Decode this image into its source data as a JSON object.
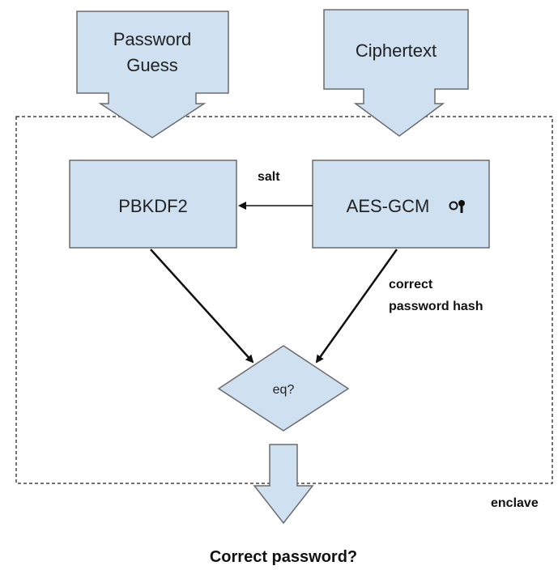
{
  "diagram": {
    "inputs": {
      "password_guess": {
        "line1": "Password",
        "line2": "Guess"
      },
      "ciphertext": "Ciphertext"
    },
    "nodes": {
      "pbkdf2": "PBKDF2",
      "aes_gcm": "AES-GCM",
      "eq": "eq?"
    },
    "edge_labels": {
      "salt": "salt",
      "correct_hash_line1": "correct",
      "correct_hash_line2": "password hash"
    },
    "enclave_label": "enclave",
    "output": "Correct password?",
    "icons": {
      "key": "key-icon"
    }
  },
  "colors": {
    "box_fill": "#cfe0f1",
    "box_stroke": "#6b6b6b",
    "arrow": "#111111",
    "enclave_border": "#444444"
  }
}
